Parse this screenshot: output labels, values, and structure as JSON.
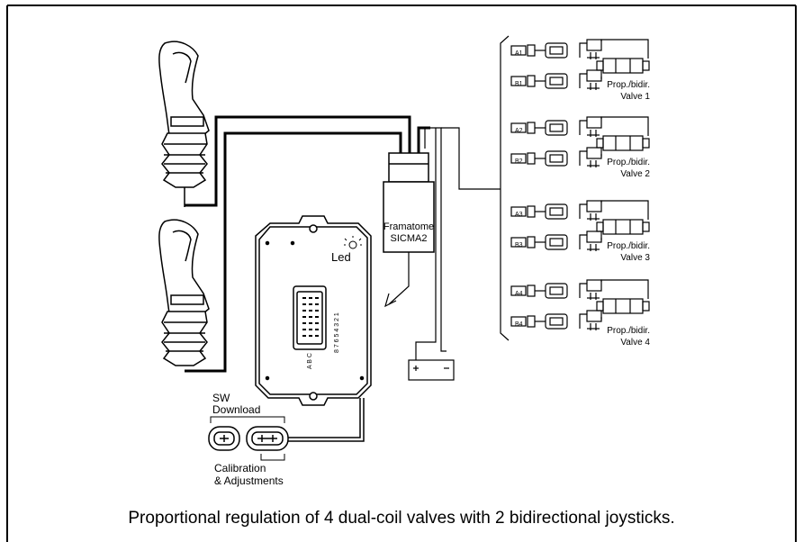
{
  "diagram": {
    "caption": "Proportional regulation of 4 dual-coil valves with 2 bidirectional joysticks.",
    "controller": {
      "led_label": "Led",
      "pin_numbers": "8 7 6 5 4 3 2 1",
      "row_letters": "A B C"
    },
    "module": {
      "line1": "Framatome",
      "line2": "SICMA2"
    },
    "connectors": {
      "sw_download_line1": "SW",
      "sw_download_line2": "Download",
      "calibration_line1": "Calibration",
      "calibration_line2": "& Adjustments"
    },
    "valves": [
      {
        "coil_a": "A1",
        "coil_b": "B1",
        "label_line1": "Prop./bidir.",
        "label_line2": "Valve 1"
      },
      {
        "coil_a": "A2",
        "coil_b": "B2",
        "label_line1": "Prop./bidir.",
        "label_line2": "Valve 2"
      },
      {
        "coil_a": "A3",
        "coil_b": "B3",
        "label_line1": "Prop./bidir.",
        "label_line2": "Valve 3"
      },
      {
        "coil_a": "A4",
        "coil_b": "B4",
        "label_line1": "Prop./bidir.",
        "label_line2": "Valve 4"
      }
    ]
  }
}
